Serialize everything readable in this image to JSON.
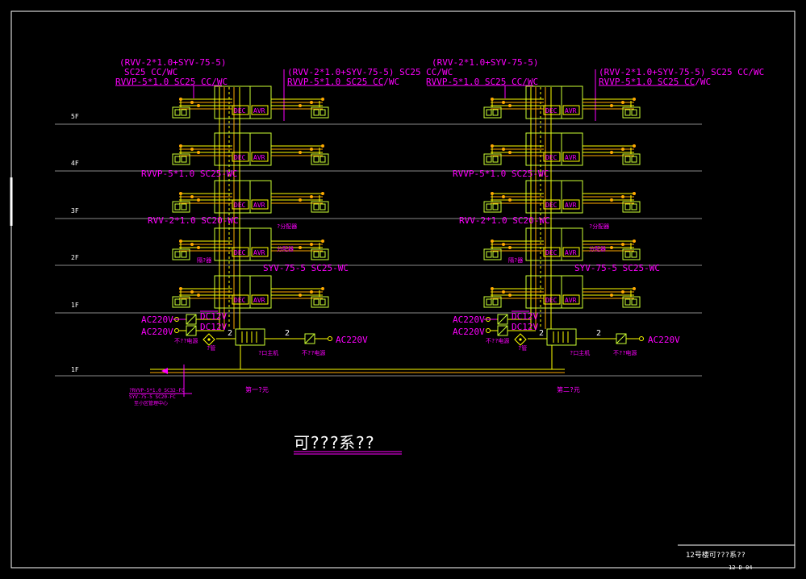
{
  "drawing": {
    "title": "可???系??",
    "titleblock_name": "12号楼可???系??",
    "titleblock_code": "12-D-04"
  },
  "floors": [
    "5F",
    "4F",
    "3F",
    "2F",
    "1F"
  ],
  "basement": "1F",
  "units": [
    "第一?元",
    "第二?元"
  ],
  "cables": {
    "top_a1": "(RVV-2*1.0+SYV-75-5)",
    "top_a2": "SC25 CC/WC",
    "top_a3": "RVVP-5*1.0 SC25 CC/WC",
    "top_b1": "(RVV-2*1.0+SYV-75-5) SC25 CC/WC",
    "top_b2": "RVVP-5*1.0 SC25 CC/WC",
    "top_b1_left": "(RVV-2*1.0+SYV-75-5) SC25 CC/WC",
    "top_b2_left": "RVVP-5*1.0 SC25 CC/WC",
    "riser_rvvp": "RVVP-5*1.0 SC25-WC",
    "riser_rvv": "RVV-2*1.0 SC20-WC",
    "riser_syv": "SYV-75-5 SC25-WC"
  },
  "labels": {
    "dec": "DEC",
    "avr": "AVR",
    "ac220": "AC220V",
    "dc12": "DC12V",
    "count": "2",
    "host": "?口主机",
    "nobreak": "不??电源",
    "nobreak2": "不??电源",
    "isolator": "隔?器",
    "splitter": "分配器",
    "splitter_top": "?分配器",
    "pipe": "?管",
    "entry_1": "?RVVP-5*1.0 SC32-FC",
    "entry_2": "SYV-75-5 SC20-FC",
    "entry_3": "至小区管理中心"
  },
  "colors": {
    "yellow": "#ffff00",
    "green": "#ccff33",
    "magenta": "#ff00ff",
    "orange": "#ffaa00",
    "grey": "#8a8a8a",
    "white": "#ffffff"
  }
}
